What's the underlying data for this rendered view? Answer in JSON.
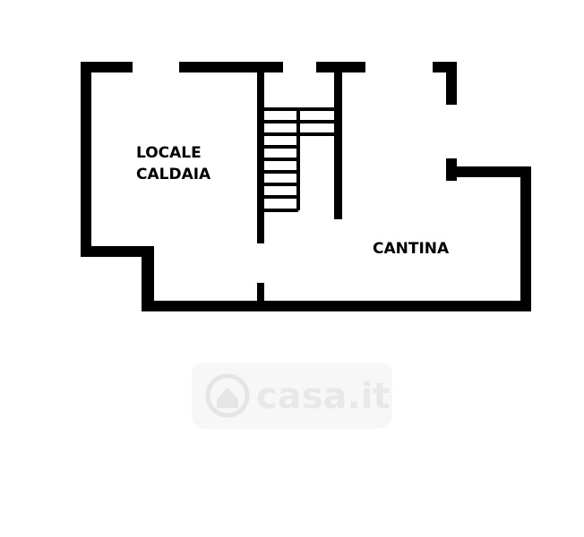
{
  "floorplan": {
    "rooms": [
      {
        "id": "locale-caldaia",
        "label_lines": [
          "LOCALE",
          "CALDAIA"
        ]
      },
      {
        "id": "cantina",
        "label_lines": [
          "CANTINA"
        ]
      }
    ],
    "watermark": "casa.it",
    "colors": {
      "wall": "#000000",
      "background": "#ffffff",
      "watermark": "#e6e6e6"
    },
    "stairs": {
      "steps_per_flight": 8
    }
  }
}
